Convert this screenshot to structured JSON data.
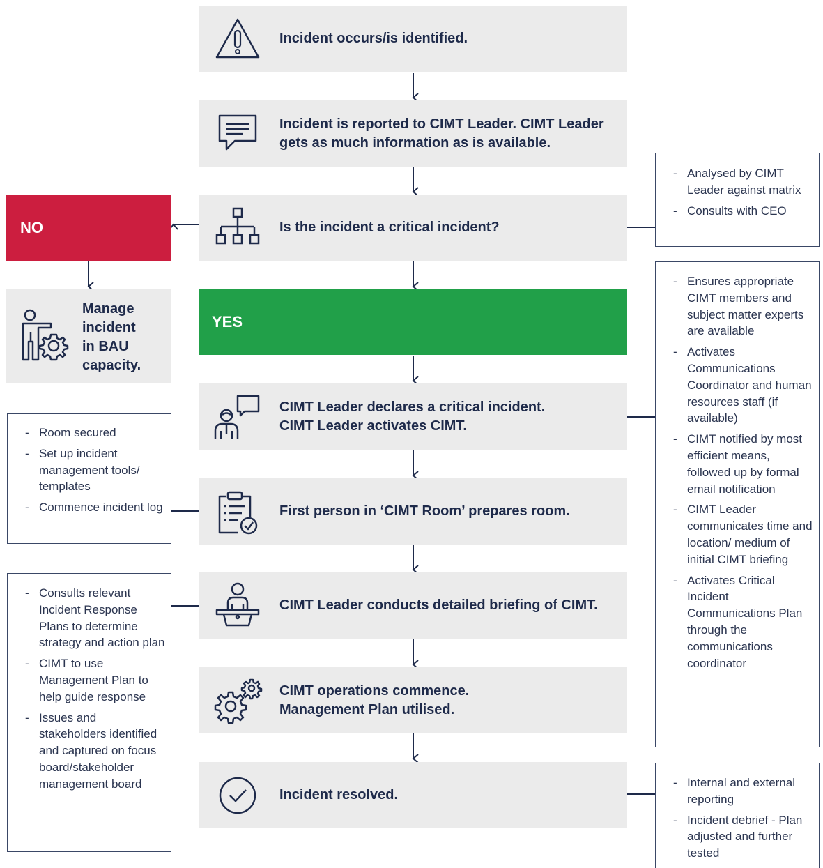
{
  "steps": [
    {
      "lines": [
        "Incident occurs/is identified."
      ],
      "icon": "warning-icon"
    },
    {
      "lines": [
        "Incident is reported to CIMT Leader. CIMT Leader",
        "gets as much information as is available."
      ],
      "icon": "chat-icon"
    },
    {
      "lines": [
        "Is the incident a critical incident?"
      ],
      "icon": "org-chart-icon"
    },
    {
      "lines": [
        "CIMT Leader declares a critical incident.",
        "CIMT Leader activates CIMT."
      ],
      "icon": "person-speech-icon"
    },
    {
      "lines": [
        "First person in ‘CIMT Room’ prepares room."
      ],
      "icon": "clipboard-check-icon"
    },
    {
      "lines": [
        "CIMT Leader conducts detailed briefing of CIMT."
      ],
      "icon": "presenter-podium-icon"
    },
    {
      "lines": [
        "CIMT operations commence.",
        "Management Plan utilised."
      ],
      "icon": "gears-icon"
    },
    {
      "lines": [
        "Incident resolved."
      ],
      "icon": "check-circle-icon"
    }
  ],
  "yes_label": "YES",
  "no_label": "NO",
  "bau": {
    "lines": [
      "Manage",
      "incident",
      "in BAU",
      "capacity."
    ],
    "icon": "person-gear-icon"
  },
  "notes": {
    "critical_analysis": [
      "Analysed by CIMT Leader against matrix",
      "Consults with CEO"
    ],
    "declare": [
      "Ensures appropriate CIMT members and subject matter experts are available",
      "Activates Communications Coordinator and human resources staff (if available)",
      "CIMT notified by most efficient means, followed up by formal email notification",
      "CIMT Leader communicates time and location/ medium of initial CIMT briefing",
      "Activates Critical Incident Communications Plan through the communications coordinator"
    ],
    "room": [
      "Room secured",
      "Set up incident management tools/ templates",
      "Commence incident log"
    ],
    "briefing": [
      "Consults relevant Incident Response Plans to determine strategy and action plan",
      "CIMT to use Management Plan to help guide response",
      "Issues and stakeholders identified and captured on focus board/stakeholder management board"
    ],
    "resolved": [
      "Internal and external reporting",
      "Incident debrief - Plan adjusted and further tested"
    ]
  },
  "colors": {
    "step_bg": "#ebebeb",
    "yes": "#21a049",
    "no": "#cc1e3f",
    "ink": "#1e2a4a"
  }
}
